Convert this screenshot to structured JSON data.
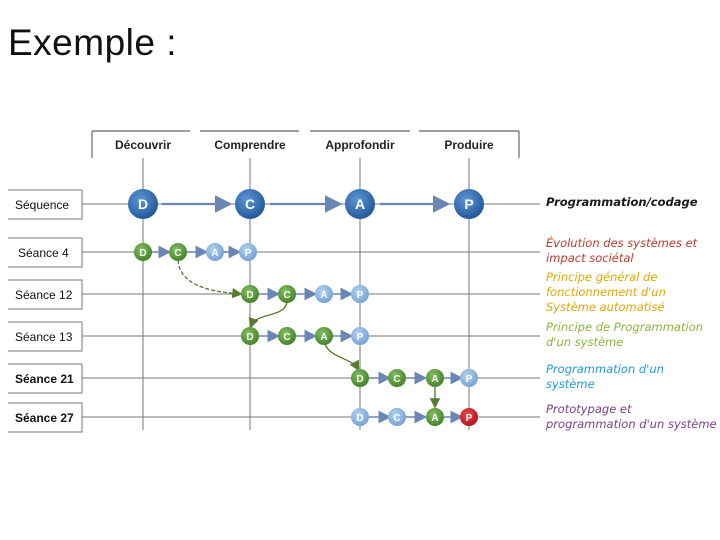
{
  "title": "Exemple :",
  "columns": [
    "Découvrir",
    "Comprendre",
    "Approfondir",
    "Produire"
  ],
  "rows": [
    {
      "label": "Séquence",
      "bold": false
    },
    {
      "label": "Séance 4",
      "bold": false
    },
    {
      "label": "Séance 12",
      "bold": false
    },
    {
      "label": "Séance 13",
      "bold": false
    },
    {
      "label": "Séance 21",
      "bold": true
    },
    {
      "label": "Séance 27",
      "bold": true
    }
  ],
  "notes": [
    {
      "text": "Programmation/codage",
      "color": "#1a1a1a"
    },
    {
      "text": "Évolution des systèmes et impact sociétal",
      "color": "#c0392b"
    },
    {
      "text": "Principe général de fonctionnement d'un Système automatisé",
      "color": "#e0a800"
    },
    {
      "text": "Principe de Programmation d'un système",
      "color": "#8db43a"
    },
    {
      "text": "Programmation d'un système",
      "color": "#1f9bd9"
    },
    {
      "text": "Prototypage et programmation d'un système",
      "color": "#7b3f8c"
    }
  ],
  "letters": [
    "D",
    "C",
    "A",
    "P"
  ],
  "colors": {
    "dark_blue": "#2f6fb5",
    "light_blue": "#8bb4e0",
    "green": "#5a9a3a",
    "red": "#d0202a",
    "line": "#6a86b5",
    "arrow_green": "#557a30"
  }
}
